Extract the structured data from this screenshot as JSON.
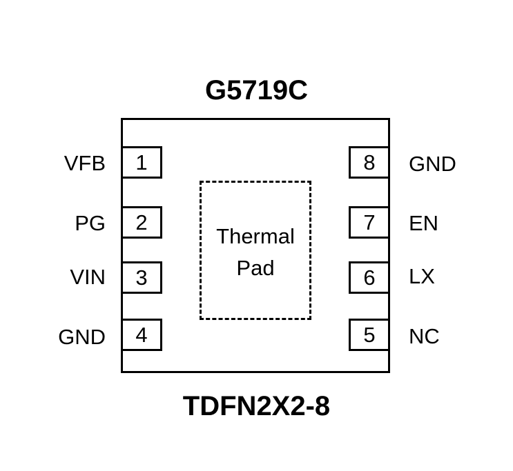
{
  "chip_name": "G5719C",
  "package_name": "TDFN2X2-8",
  "thermal_pad": {
    "line1": "Thermal",
    "line2": "Pad"
  },
  "left_pins": [
    {
      "number": "1",
      "label": "VFB"
    },
    {
      "number": "2",
      "label": "PG"
    },
    {
      "number": "3",
      "label": "VIN"
    },
    {
      "number": "4",
      "label": "GND"
    }
  ],
  "right_pins": [
    {
      "number": "8",
      "label": "GND"
    },
    {
      "number": "7",
      "label": "EN"
    },
    {
      "number": "6",
      "label": "LX"
    },
    {
      "number": "5",
      "label": "NC"
    }
  ]
}
